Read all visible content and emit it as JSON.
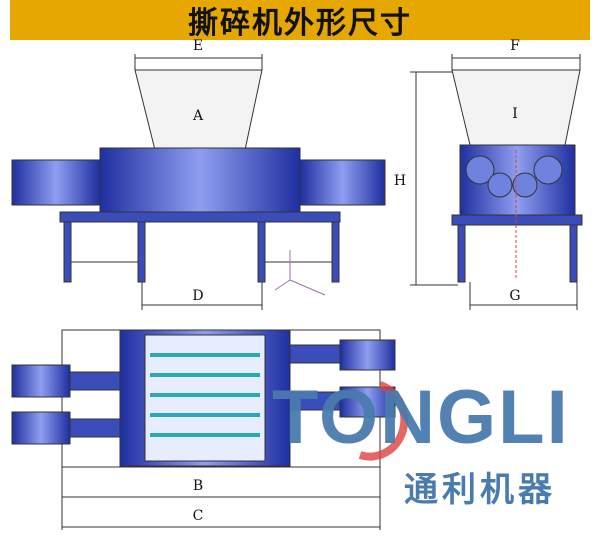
{
  "title": "撕碎机外形尺寸",
  "labels": {
    "E": "E",
    "A": "A",
    "D": "D",
    "F": "F",
    "I": "I",
    "H": "H",
    "G": "G",
    "B": "B",
    "C": "C"
  },
  "logo": {
    "text": "TONGLI",
    "cn": "通利机器"
  },
  "colors": {
    "header": "#e6a700",
    "machine": "#2a3fb0",
    "logo": "#4a7bae",
    "accent": "#e04040"
  }
}
